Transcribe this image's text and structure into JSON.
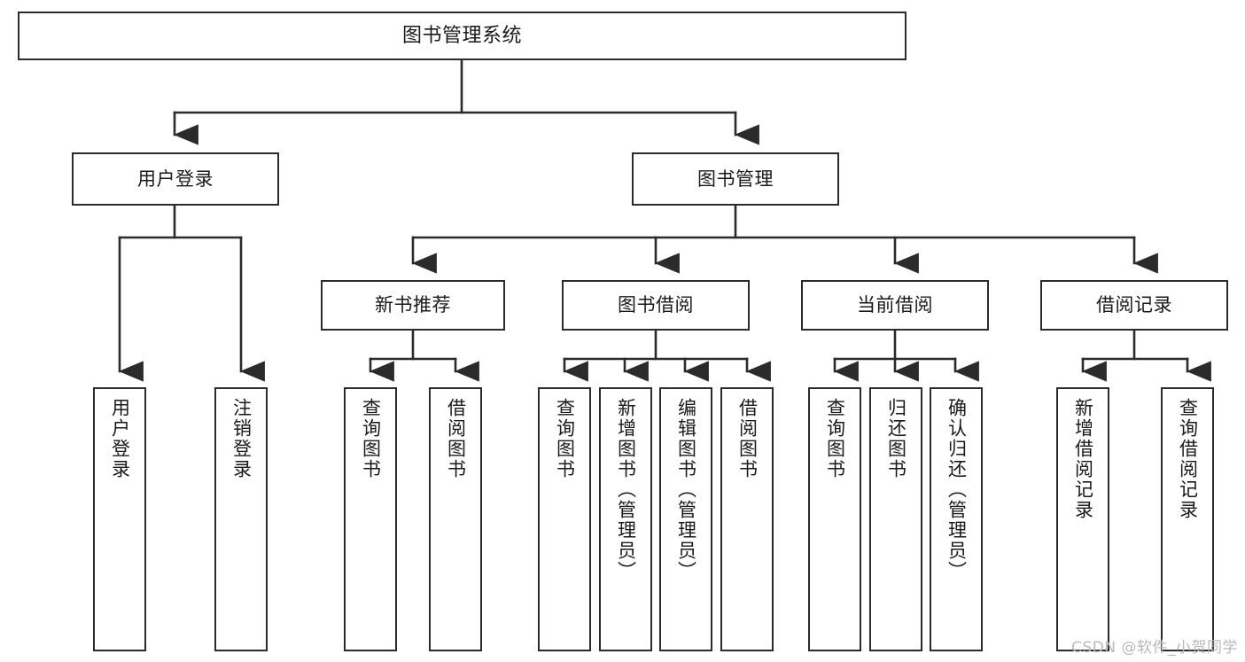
{
  "diagram": {
    "type": "tree",
    "title": "图书管理系统",
    "orientation": "top-down",
    "colors": {
      "stroke": "#2b2b2b",
      "fill": "#ffffff",
      "text": "#1a1a1a",
      "watermark": "#b9b9b9"
    },
    "nodes": {
      "root": {
        "label": "图书管理系统"
      },
      "level2": [
        {
          "id": "user-login",
          "label": "用户登录"
        },
        {
          "id": "book-manage",
          "label": "图书管理"
        }
      ],
      "level3": [
        {
          "id": "new-book-rec",
          "label": "新书推荐"
        },
        {
          "id": "book-borrow",
          "label": "图书借阅"
        },
        {
          "id": "current-borrow",
          "label": "当前借阅"
        },
        {
          "id": "borrow-record",
          "label": "借阅记录"
        }
      ],
      "leaves": {
        "user-login": [
          {
            "id": "leaf-user-login",
            "label": "用户登录"
          },
          {
            "id": "leaf-logout",
            "label": "注销登录"
          }
        ],
        "new-book-rec": [
          {
            "id": "leaf-query-book-1",
            "label": "查询图书"
          },
          {
            "id": "leaf-borrow-book-1",
            "label": "借阅图书"
          }
        ],
        "book-borrow": [
          {
            "id": "leaf-query-book-2",
            "label": "查询图书"
          },
          {
            "id": "leaf-add-book",
            "label": "新增图书（管理员）"
          },
          {
            "id": "leaf-edit-book",
            "label": "编辑图书（管理员）"
          },
          {
            "id": "leaf-borrow-book-2",
            "label": "借阅图书"
          }
        ],
        "current-borrow": [
          {
            "id": "leaf-query-book-3",
            "label": "查询图书"
          },
          {
            "id": "leaf-return-book",
            "label": "归还图书"
          },
          {
            "id": "leaf-confirm-return",
            "label": "确认归还（管理员）"
          }
        ],
        "borrow-record": [
          {
            "id": "leaf-add-record",
            "label": "新增借阅记录"
          },
          {
            "id": "leaf-query-record",
            "label": "查询借阅记录"
          }
        ]
      }
    },
    "watermark": "CSDN @软件_小贺同学"
  }
}
